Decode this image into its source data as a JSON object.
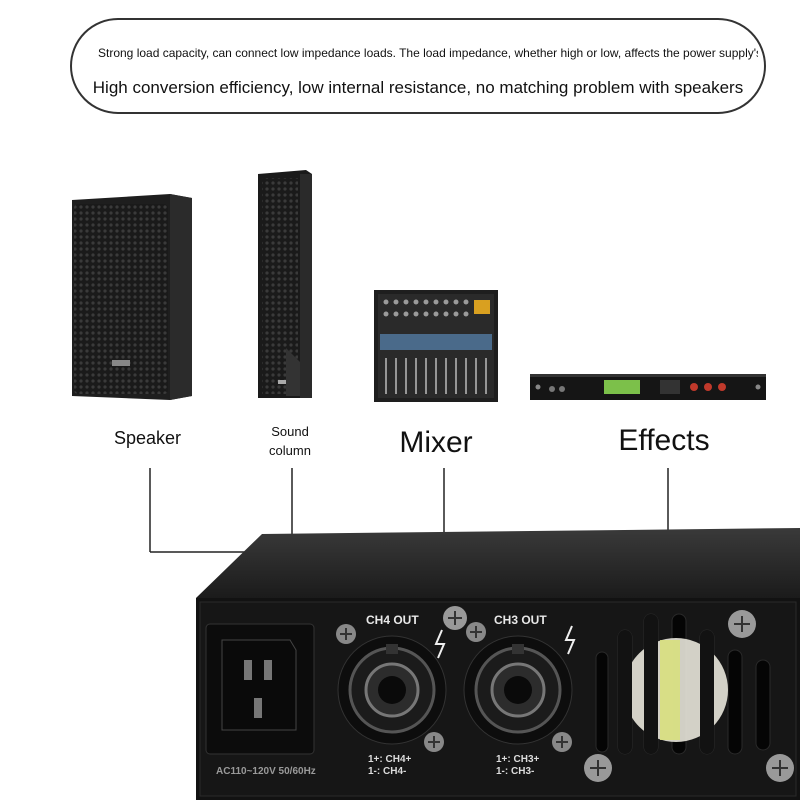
{
  "banner": {
    "line1": "Strong load capacity, can connect low impedance loads. The load impedance, whether high or low, affects the power supply's trans",
    "line2": "High conversion efficiency, low internal resistance, no matching problem with speakers"
  },
  "devices": {
    "speaker_label": "Speaker",
    "column_label_1": "Sound",
    "column_label_2": "column",
    "mixer_label": "Mixer",
    "effects_label": "Effects"
  },
  "amplifier": {
    "ch4_out": "CH4 OUT",
    "ch3_out": "CH3 OUT",
    "ch4_pin1": "1+: CH4+",
    "ch4_pin2": "1-: CH4-",
    "ch3_pin1": "1+: CH3+",
    "ch3_pin2": "1-: CH3-",
    "power_rating": "AC110~120V 50/60Hz"
  },
  "colors": {
    "device_body": "#1c1c1c",
    "amp_body": "#111111",
    "connector_line": "#222222"
  }
}
